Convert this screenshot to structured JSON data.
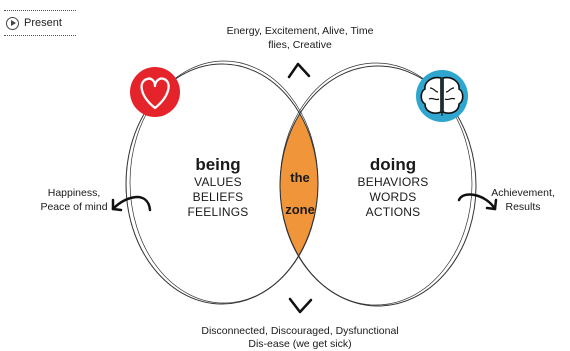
{
  "controls": {
    "present_label": "Present"
  },
  "diagram": {
    "top_note_line1": "Energy, Excitement, Alive, Time",
    "top_note_line2": "flies, Creative",
    "left_note_line1": "Happiness,",
    "left_note_line2": "Peace of mind",
    "right_note_line1": "Achievement,",
    "right_note_line2": "Results",
    "bottom_note_line1": "Disconnected, Discouraged, Dysfunctional",
    "bottom_note_line2": "Dis-ease (we get sick)",
    "being": {
      "heading": "being",
      "items": [
        "VALUES",
        "BELIEFS",
        "FEELINGS"
      ]
    },
    "doing": {
      "heading": "doing",
      "items": [
        "BEHAVIORS",
        "WORDS",
        "ACTIONS"
      ]
    },
    "zone": {
      "line1": "the",
      "line2": "zone"
    },
    "icons": {
      "heart_icon": "heart-icon",
      "brain_icon": "brain-icon"
    },
    "colors": {
      "heart_badge": "#e5232b",
      "brain_badge": "#2ea6cf",
      "zone_fill": "#f0953a",
      "outline": "#333333"
    }
  }
}
